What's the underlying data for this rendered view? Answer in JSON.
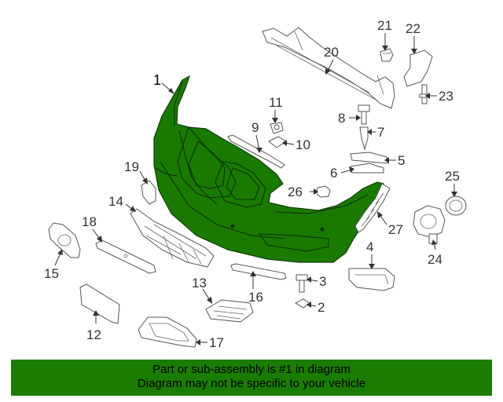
{
  "diagram": {
    "labels": [
      "1",
      "2",
      "3",
      "4",
      "5",
      "6",
      "7",
      "8",
      "9",
      "10",
      "11",
      "12",
      "13",
      "14",
      "15",
      "16",
      "17",
      "18",
      "19",
      "20",
      "21",
      "22",
      "23",
      "24",
      "25",
      "26",
      "27"
    ],
    "highlight_color": "#1a7a00",
    "highlighted_part": "1"
  },
  "banner": {
    "line1": "Part or sub-assembly is #1 in diagram",
    "line2": "Diagram may not be specific to your vehicle",
    "background": "#1a7c00"
  }
}
